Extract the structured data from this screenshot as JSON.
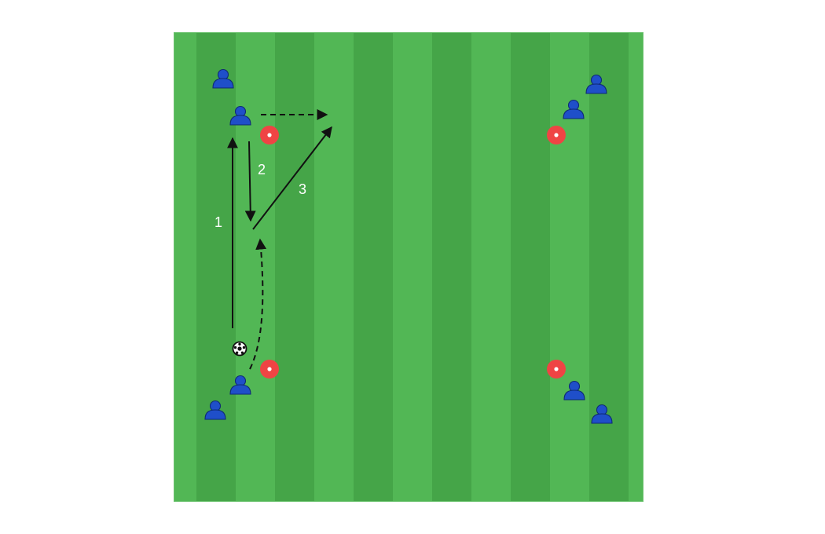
{
  "pitch": {
    "colors": {
      "stripe_light": "#52b755",
      "stripe_dark": "#45a548",
      "border": "#6bc26e"
    }
  },
  "player_color": "#1f4fc9",
  "cone_color": "#ef4444",
  "arrow_color": "#111111",
  "icons": {
    "player": "player-icon",
    "cone": "cone-icon",
    "ball": "soccer-ball-icon"
  },
  "labels": {
    "step1": "1",
    "step2": "2",
    "step3": "3"
  }
}
